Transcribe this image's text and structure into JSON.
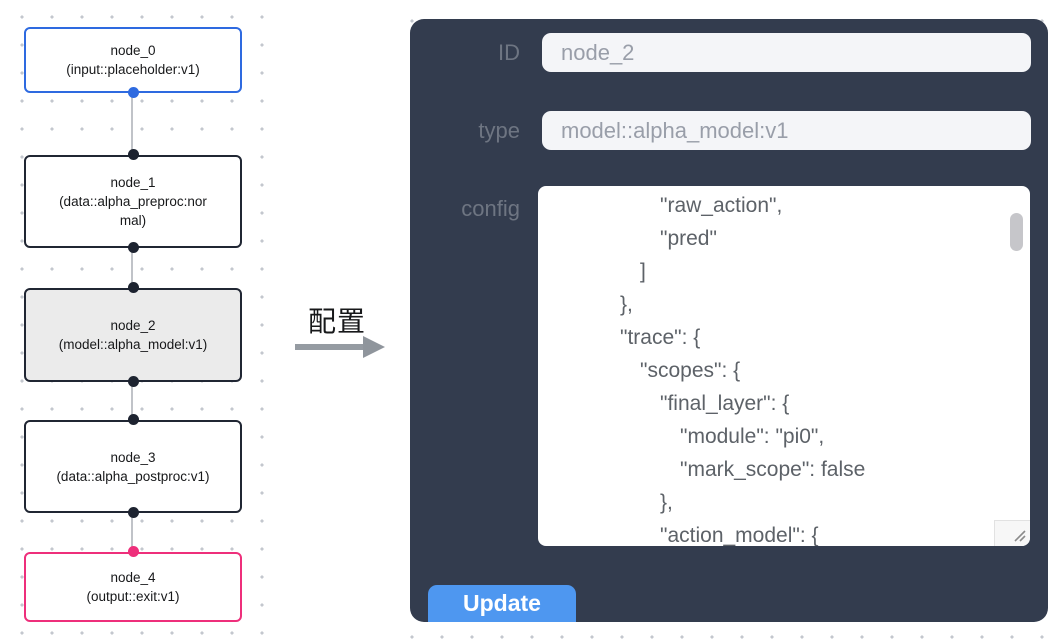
{
  "flow_canvas": {
    "nodes": [
      {
        "label": "node_0",
        "type_label": "(input::placeholder:v1)",
        "variant": "input"
      },
      {
        "label": "node_1",
        "type_label": "(data::alpha_preproc:normal)",
        "variant": "default"
      },
      {
        "label": "node_2",
        "type_label": "(model::alpha_model:v1)",
        "variant": "selected"
      },
      {
        "label": "node_3",
        "type_label": "(data::alpha_postproc:v1)",
        "variant": "default"
      },
      {
        "label": "node_4",
        "type_label": "(output::exit:v1)",
        "variant": "output"
      }
    ],
    "colors": {
      "node_border_default": "#202633",
      "node_border_input": "#2e6ae0",
      "node_border_output": "#ee2f7b",
      "selected_node_bg": "#ebebeb",
      "edge": "#c0c3c8",
      "canvas_dot": "#c3c7ce"
    }
  },
  "transition": {
    "arrow_label": "配置"
  },
  "config_panel": {
    "fields": {
      "id": {
        "label": "ID",
        "value": "node_2"
      },
      "type": {
        "label": "type",
        "value": "model::alpha_model:v1"
      },
      "config": {
        "label": "config",
        "lines": [
          {
            "indent": 8,
            "text": "\"raw_action\","
          },
          {
            "indent": 8,
            "text": "\"pred\""
          },
          {
            "indent": 6,
            "text": "]"
          },
          {
            "indent": 4,
            "text": "},"
          },
          {
            "indent": 4,
            "text": "\"trace\": {"
          },
          {
            "indent": 6,
            "text": "\"scopes\": {"
          },
          {
            "indent": 8,
            "text": "\"final_layer\": {"
          },
          {
            "indent": 10,
            "text": "\"module\": \"pi0\","
          },
          {
            "indent": 10,
            "text": "\"mark_scope\": false"
          },
          {
            "indent": 8,
            "text": "},"
          },
          {
            "indent": 8,
            "text": "\"action_model\": {"
          }
        ]
      }
    },
    "update_button_label": "Update",
    "colors": {
      "panel_bg": "#333c4e",
      "button_bg": "#4e97f0",
      "input_bg": "#f4f5f8"
    }
  }
}
